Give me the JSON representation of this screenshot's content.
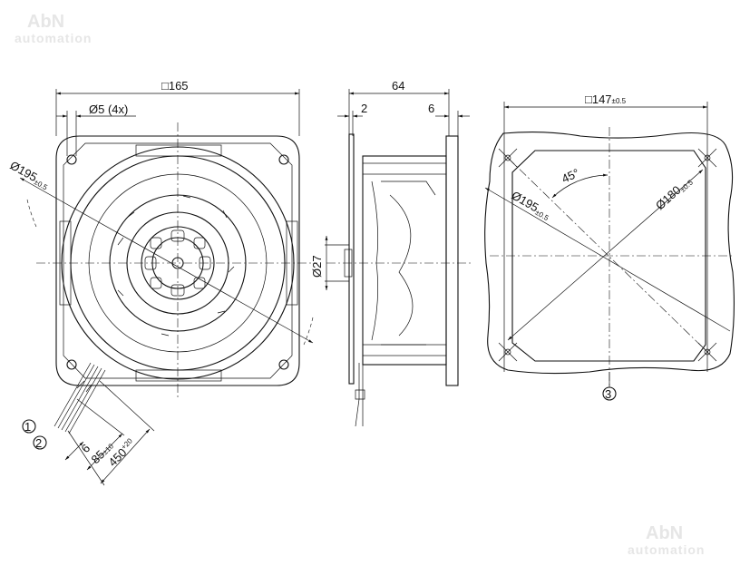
{
  "watermark": {
    "brand": "AbN",
    "subtitle": "automation"
  },
  "front_view": {
    "width_label": "□165",
    "hole_label": "Ø5 (4x)",
    "diameter_label": "Ø195",
    "diameter_tol": "±0.5",
    "cable_dim_6": "6",
    "cable_dim_85": "85",
    "cable_dim_85_tol": "±10",
    "cable_dim_450": "450",
    "cable_dim_450_tol": "+20",
    "callout_1": "1",
    "callout_2": "2"
  },
  "side_view": {
    "depth_label": "64",
    "left_offset_label": "2",
    "right_offset_label": "6",
    "hub_diameter_label": "Ø27"
  },
  "cutout_view": {
    "width_label": "□147",
    "width_tol": "±0.5",
    "angle_label": "45°",
    "diameter_195_label": "Ø195",
    "diameter_195_tol": "±0.5",
    "diameter_180_label": "Ø180",
    "diameter_180_tol": "±0.5",
    "callout_3": "3"
  }
}
